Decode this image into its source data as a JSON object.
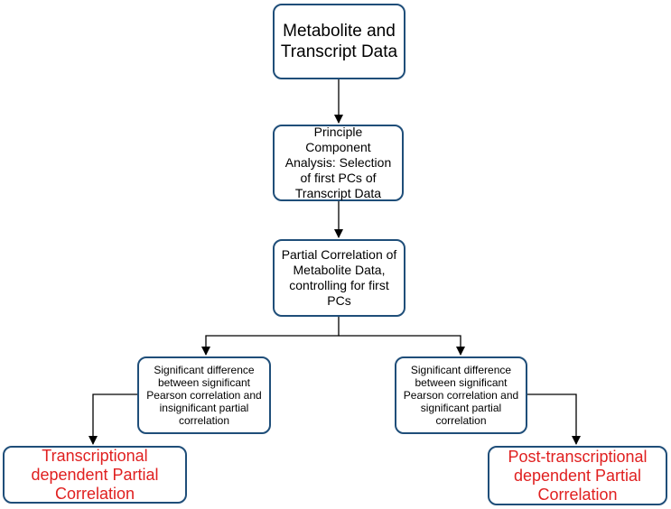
{
  "nodes": {
    "metabolite_transcript_data": "Metabolite and\nTranscript Data",
    "pca_selection": "Principle\nComponent\nAnalysis: Selection\nof first PCs of\nTranscript Data",
    "partial_correlation": "Partial Correlation of\nMetabolite Data,\ncontrolling for first\nPCs",
    "sig_diff_insignificant_partial": "Significant difference\nbetween significant\nPearson correlation and\ninsignificant partial\ncorrelation",
    "sig_diff_significant_partial": "Significant difference\nbetween significant\nPearson correlation and\nsignificant partial\ncorrelation",
    "transcriptional_dependent": "Transcriptional\ndependent Partial\nCorrelation",
    "post_transcriptional_dependent": "Post-transcriptional\ndependent Partial\nCorrelation"
  },
  "colors": {
    "box_border": "#1f4e79",
    "text": "#000000",
    "outcome_text": "#e02020",
    "arrow": "#000000"
  }
}
